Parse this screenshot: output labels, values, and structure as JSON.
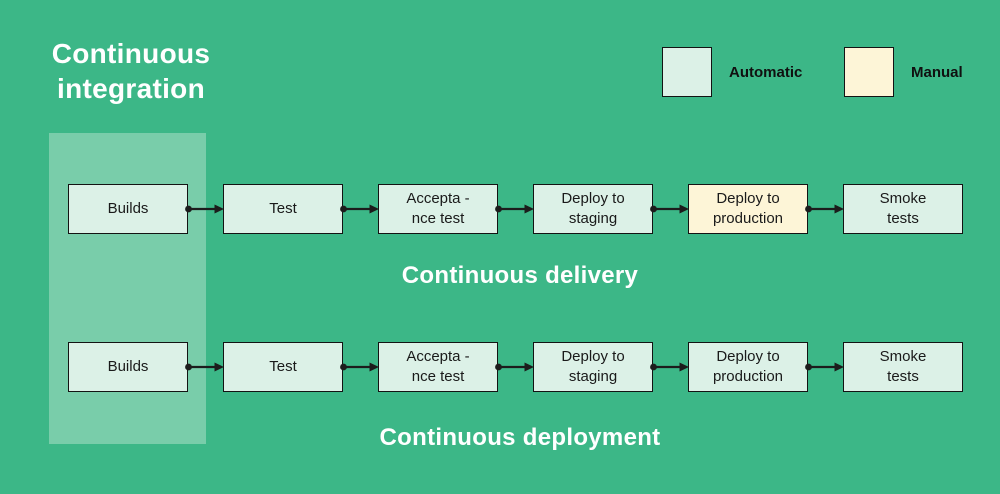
{
  "title": "Continuous\nintegration",
  "colors": {
    "background": "#3CB787",
    "band": "#79CDAA",
    "automatic": "#DCF1E7",
    "manual": "#FDF5D7",
    "border": "#131313",
    "text_dark": "#1A1A1A",
    "text_light": "#FFFFFF"
  },
  "legend": {
    "items": [
      {
        "label": "Automatic",
        "mode": "automatic"
      },
      {
        "label": "Manual",
        "mode": "manual"
      }
    ]
  },
  "rows": [
    {
      "label": "Continuous delivery",
      "steps": [
        {
          "label": "Builds",
          "mode": "automatic"
        },
        {
          "label": "Test",
          "mode": "automatic"
        },
        {
          "label": "Accepta -\nnce test",
          "mode": "automatic"
        },
        {
          "label": "Deploy to\nstaging",
          "mode": "automatic"
        },
        {
          "label": "Deploy to\nproduction",
          "mode": "manual"
        },
        {
          "label": "Smoke\ntests",
          "mode": "automatic"
        }
      ]
    },
    {
      "label": "Continuous deployment",
      "steps": [
        {
          "label": "Builds",
          "mode": "automatic"
        },
        {
          "label": "Test",
          "mode": "automatic"
        },
        {
          "label": "Accepta -\nnce test",
          "mode": "automatic"
        },
        {
          "label": "Deploy to\nstaging",
          "mode": "automatic"
        },
        {
          "label": "Deploy to\nproduction",
          "mode": "automatic"
        },
        {
          "label": "Smoke\ntests",
          "mode": "automatic"
        }
      ]
    }
  ]
}
